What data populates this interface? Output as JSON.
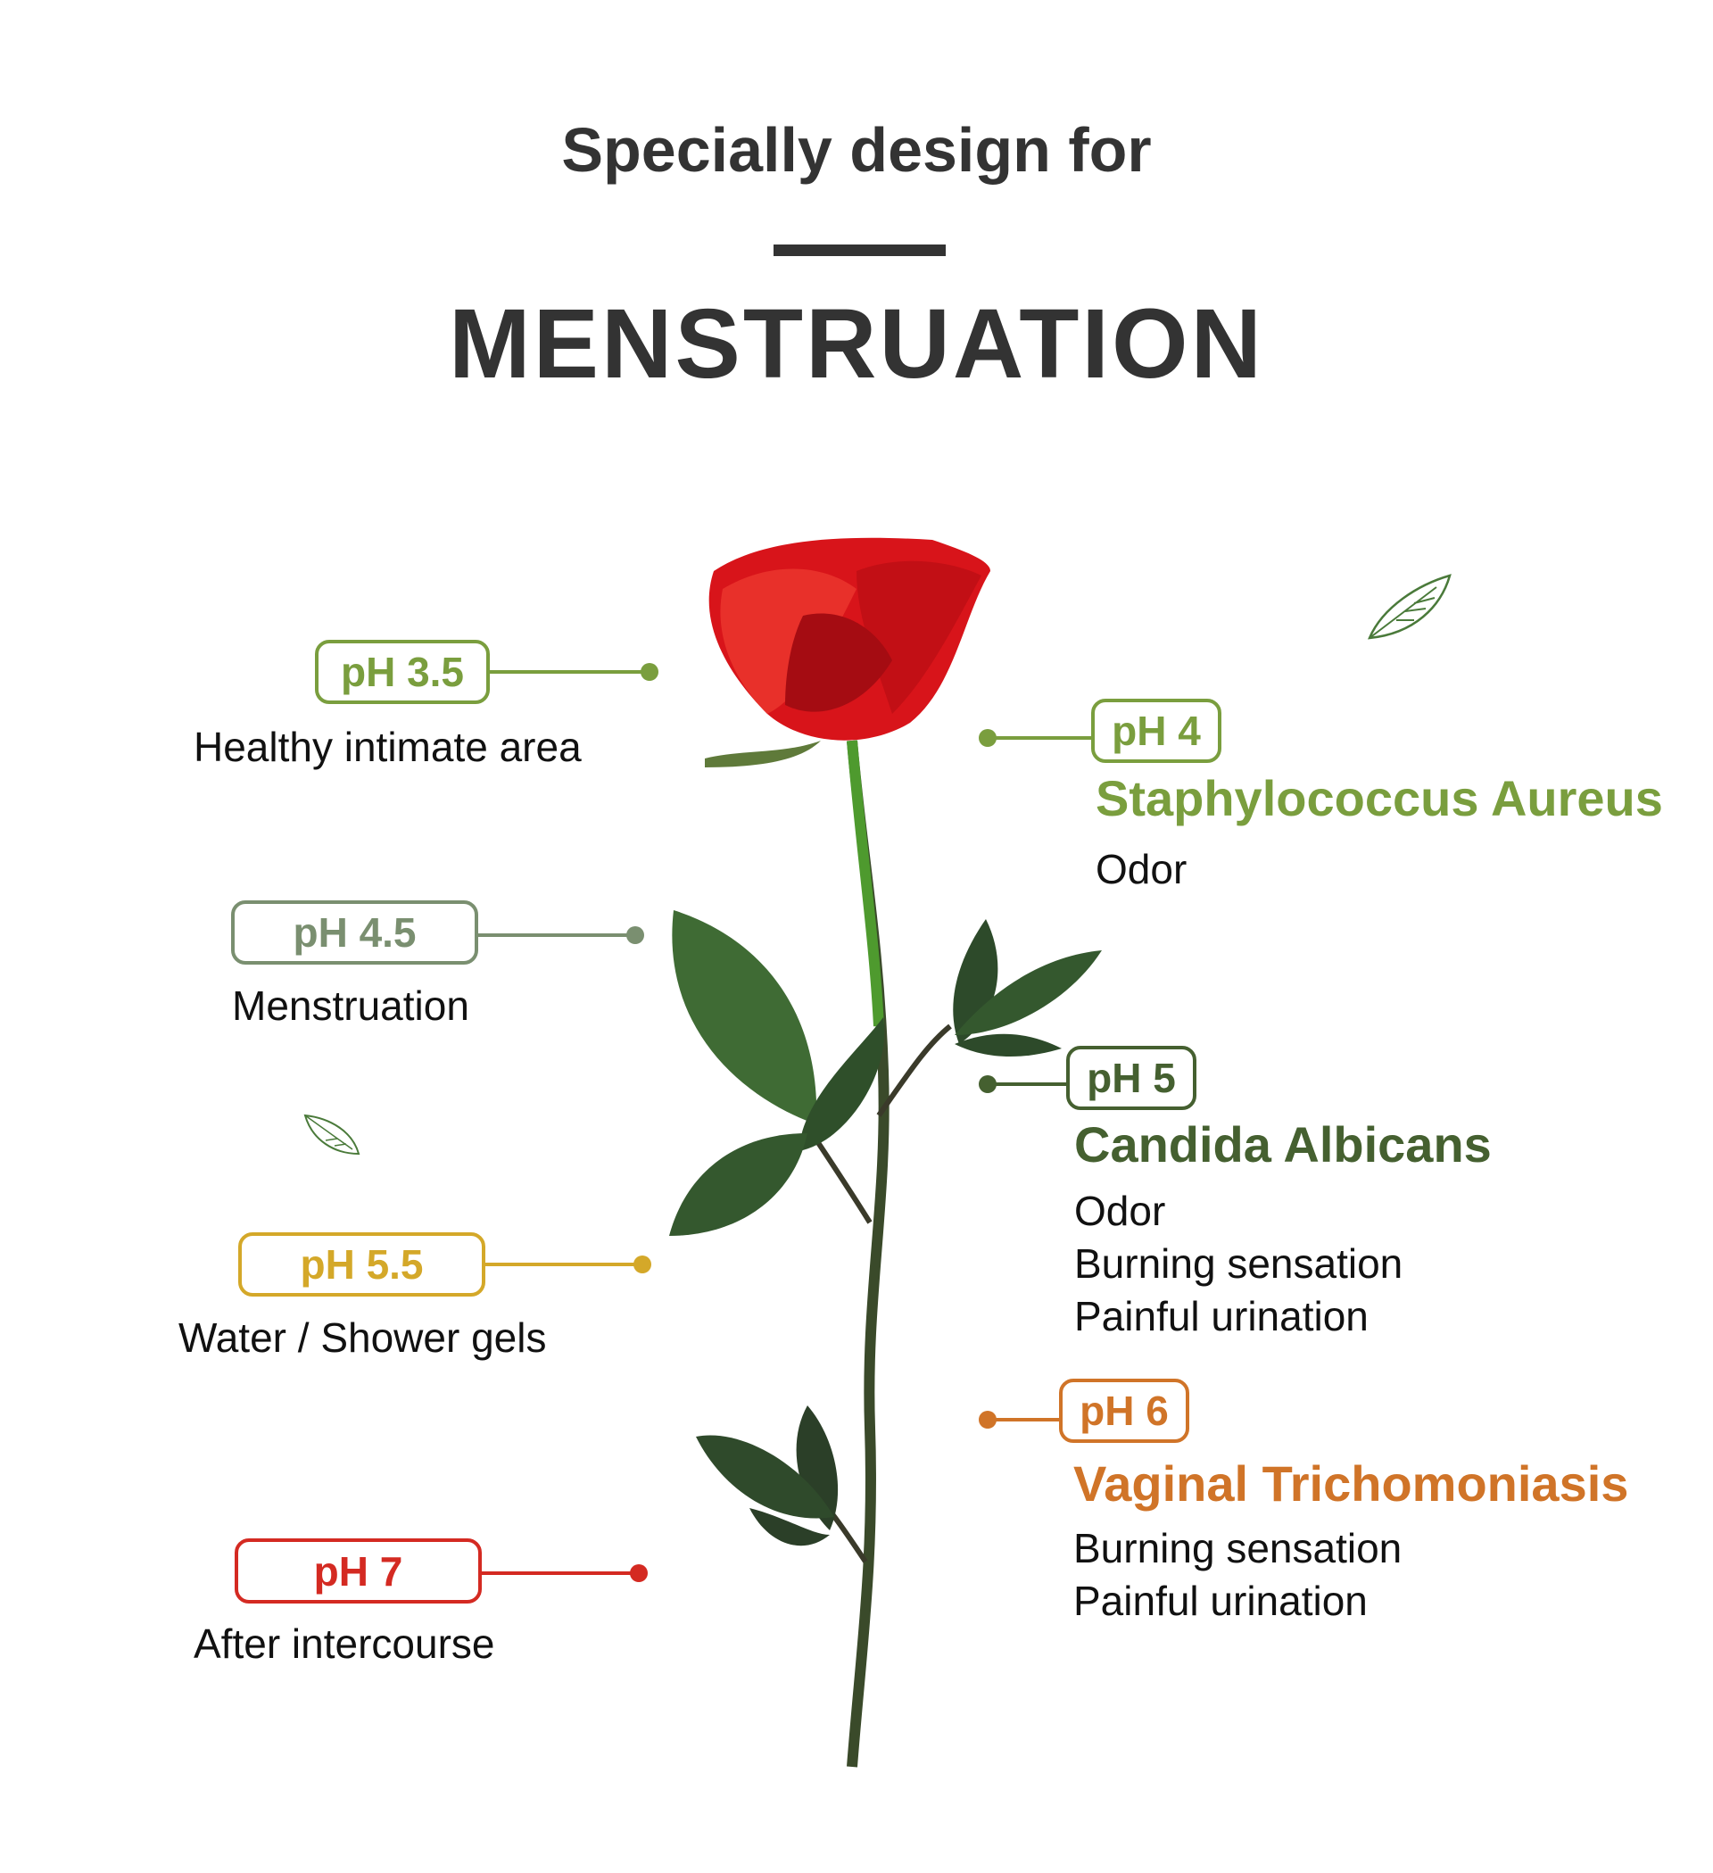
{
  "header": {
    "subtitle": "Specially design for",
    "title": "MENSTRUATION"
  },
  "left_items": [
    {
      "ph": "pH 3.5",
      "desc": "Healthy intimate area",
      "color": "#7a9e3e"
    },
    {
      "ph": "pH 4.5",
      "desc": "Menstruation",
      "color": "#7a8f70"
    },
    {
      "ph": "pH 5.5",
      "desc": "Water / Shower gels",
      "color": "#d4a829"
    },
    {
      "ph": "pH 7",
      "desc": "After intercourse",
      "color": "#d42a22"
    }
  ],
  "right_items": [
    {
      "ph": "pH 4",
      "name": "Staphylococcus Aureus",
      "symptoms": [
        "Odor"
      ],
      "color": "#7a9e3e"
    },
    {
      "ph": "pH 5",
      "name": "Candida Albicans",
      "symptoms": [
        "Odor",
        "Burning sensation",
        "Painful urination"
      ],
      "color": "#456030"
    },
    {
      "ph": "pH 6",
      "name": "Vaginal Trichomoniasis",
      "symptoms": [
        "Burning sensation",
        "Painful urination"
      ],
      "color": "#d07428"
    }
  ]
}
